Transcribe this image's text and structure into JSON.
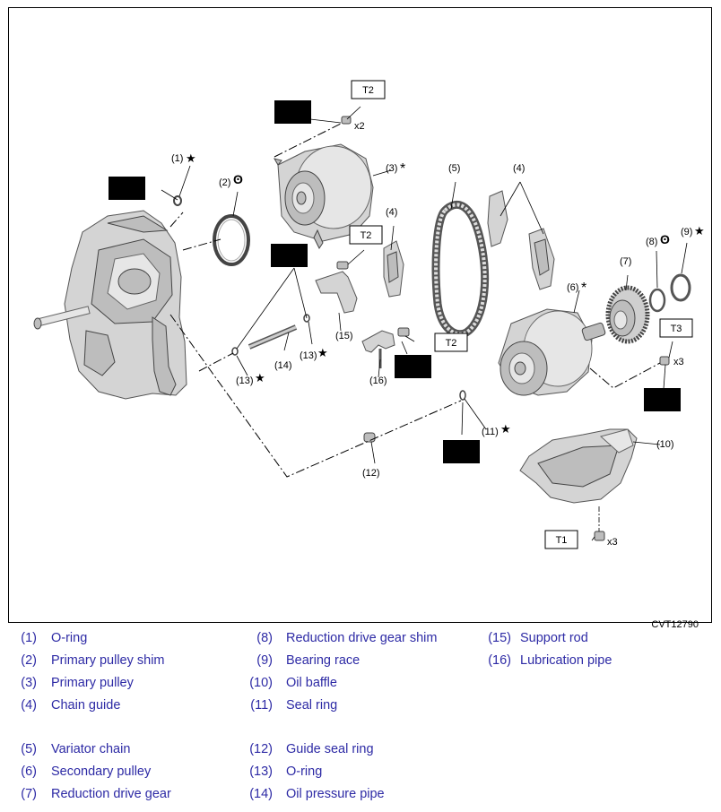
{
  "figure_code": "CVT12790",
  "callouts": {
    "c1": "(1)",
    "c2": "(2)",
    "c3": "(3)",
    "c4a": "(4)",
    "c4b": "(4)",
    "c5": "(5)",
    "c6": "(6)",
    "c7": "(7)",
    "c8": "(8)",
    "c9": "(9)",
    "c10": "(10)",
    "c11": "(11)",
    "c12": "(12)",
    "c13a": "(13)",
    "c13b": "(13)",
    "c14": "(14)",
    "c15": "(15)",
    "c16": "(16)"
  },
  "torque": {
    "t1": "T1",
    "t2a": "T2",
    "t2b": "T2",
    "t2c": "T2",
    "t3": "T3"
  },
  "qty": {
    "q_t2a": "x2",
    "q_t3": "x3",
    "q_t1": "x3"
  },
  "symbols": {
    "star": "★",
    "asterisk": "*",
    "shim": "ʘ"
  },
  "legend": [
    {
      "num": "(1)",
      "name": "O-ring"
    },
    {
      "num": "(2)",
      "name": "Primary pulley shim"
    },
    {
      "num": "(3)",
      "name": "Primary pulley"
    },
    {
      "num": "(4)",
      "name": "Chain guide"
    },
    {
      "num": "(5)",
      "name": "Variator chain"
    },
    {
      "num": "(6)",
      "name": "Secondary pulley"
    },
    {
      "num": "(7)",
      "name": "Reduction drive gear"
    },
    {
      "num": "(8)",
      "name": "Reduction drive gear shim"
    },
    {
      "num": "(9)",
      "name": "Bearing race"
    },
    {
      "num": "(10)",
      "name": "Oil baffle"
    },
    {
      "num": "(11)",
      "name": "Seal ring"
    },
    {
      "num": "(12)",
      "name": "Guide seal ring"
    },
    {
      "num": "(13)",
      "name": "O-ring"
    },
    {
      "num": "(14)",
      "name": "Oil pressure pipe"
    },
    {
      "num": "(15)",
      "name": "Support rod"
    },
    {
      "num": "(16)",
      "name": "Lubrication pipe"
    }
  ]
}
